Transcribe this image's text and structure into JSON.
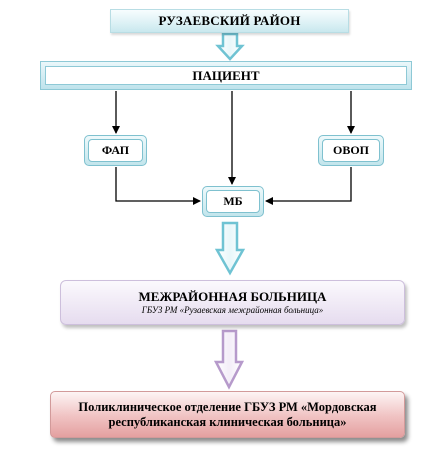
{
  "nodes": {
    "region": "РУЗАЕВСКИЙ РАЙОН",
    "patient": "ПАЦИЕНТ",
    "fap": "ФАП",
    "ovop": "ОВОП",
    "mb": "МБ",
    "interdistrict_title": "МЕЖРАЙОННАЯ БОЛЬНИЦА",
    "interdistrict_subtitle": "ГБУЗ РМ «Рузаевская межрайонная больница»",
    "clinic": "Поликлиническое отделение ГБУЗ РМ «Мордовская республиканская клиническая больница»"
  },
  "colors": {
    "arrow_teal": "#6fc3d3",
    "arrow_purple": "#b69acb",
    "connector": "#000000"
  },
  "icons": {
    "big_arrow": "hollow-down-arrow",
    "connector_arrow": "filled-arrowhead"
  }
}
